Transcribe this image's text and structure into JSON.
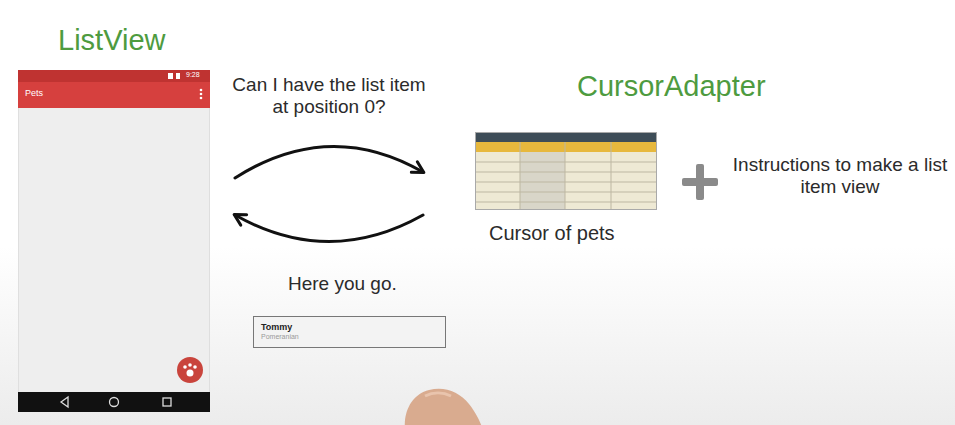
{
  "diagram": {
    "nodes": [
      {
        "text": [
          "ListView",
          "Pets"
        ]
      },
      {
        "text": [
          "CursorAdapter",
          "Cursor of pets"
        ]
      },
      {
        "text": [
          "Tommy",
          "Pomeranian"
        ]
      }
    ],
    "edges": [
      {
        "from": 0,
        "to": 1,
        "arrow": "to",
        "label": "Can I have the list item at position 0?"
      },
      {
        "from": 1,
        "to": 0,
        "arrow": "to",
        "label": "Here you go."
      }
    ],
    "labels": [
      "Instructions to make a list item view",
      "9:28"
    ]
  }
}
